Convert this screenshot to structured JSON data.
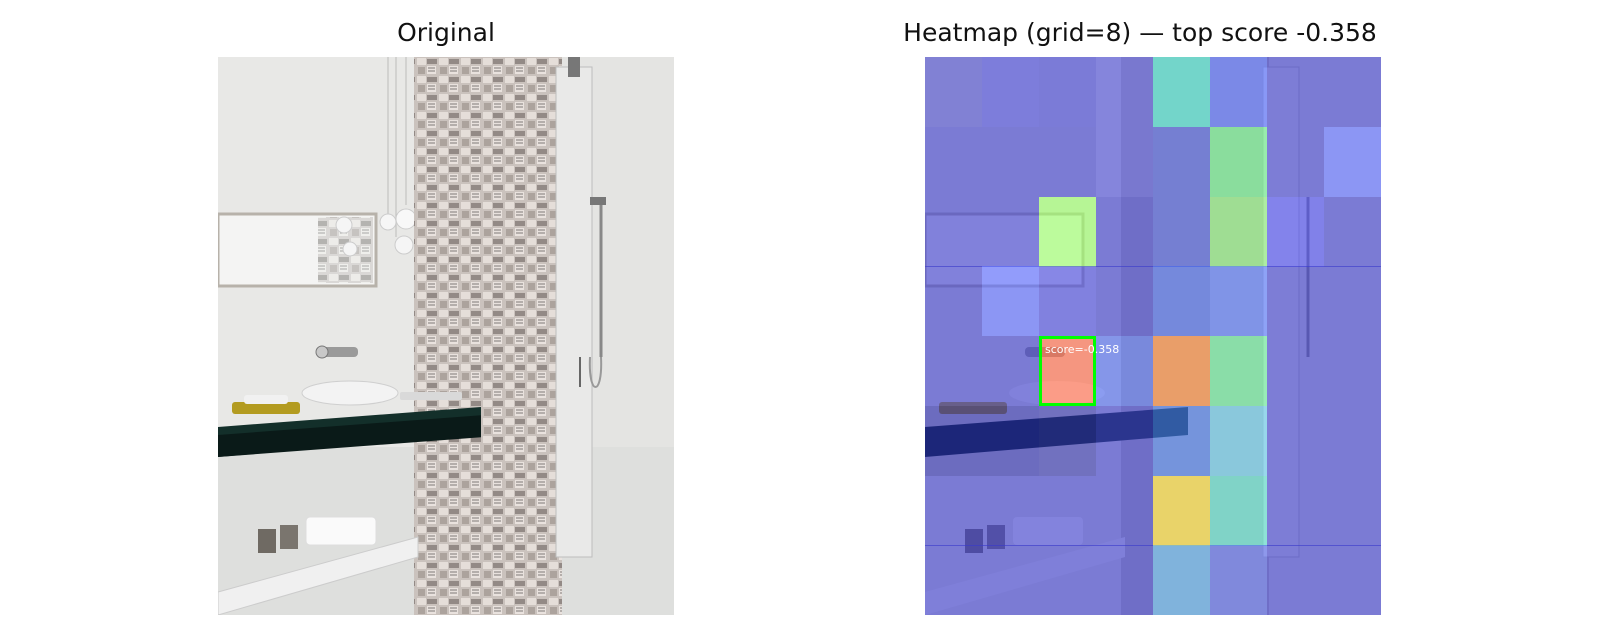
{
  "panels": {
    "original": {
      "title": "Original"
    },
    "heatmap": {
      "title": "Heatmap (grid=8) — top score -0.358"
    }
  },
  "heatmap": {
    "grid": 8,
    "top_cell": {
      "row": 4,
      "col": 2,
      "label": "score=-0.358"
    },
    "cells": [
      [
        "#4444cc",
        "#3d3dd6",
        "#3a3ad0",
        "#4a4ad8",
        "#40e0d0",
        "#4d66ff",
        "#3a3acc",
        "#3a3acc"
      ],
      [
        "#3a3acc",
        "#3a3acc",
        "#3a3acc",
        "#4a4ad8",
        "#4455dd",
        "#66ee88",
        "#3a3acc",
        "#5566ff"
      ],
      [
        "#3a3acc",
        "#3a3acc",
        "#99ff66",
        "#3a3acc",
        "#4455dd",
        "#88ee77",
        "#4444ee",
        "#3a3acc"
      ],
      [
        "#3a3acc",
        "#5566ff",
        "#4444dd",
        "#3a3acc",
        "#4466ee",
        "#5577ff",
        "#3a3acc",
        "#3a3acc"
      ],
      [
        "#3a3acc",
        "#3a3acc",
        "#ff6644",
        "#4a66ee",
        "#ff8833",
        "#66ee99",
        "#3a3acc",
        "#3a3acc"
      ],
      [
        "#2222aa",
        "#2222aa",
        "#2a2aaa",
        "#3a3acc",
        "#4477ee",
        "#66ccee",
        "#3a3acc",
        "#3a3acc"
      ],
      [
        "#3a3acc",
        "#3a3acc",
        "#3a3acc",
        "#3a3acc",
        "#ffdd33",
        "#55ddcc",
        "#3a3acc",
        "#3a3acc"
      ],
      [
        "#3a3acc",
        "#3a3acc",
        "#3a3acc",
        "#3a3acc",
        "#55aaee",
        "#5566ee",
        "#3a3acc",
        "#3a3acc"
      ]
    ],
    "colors": {
      "box": "#00ff00"
    }
  }
}
